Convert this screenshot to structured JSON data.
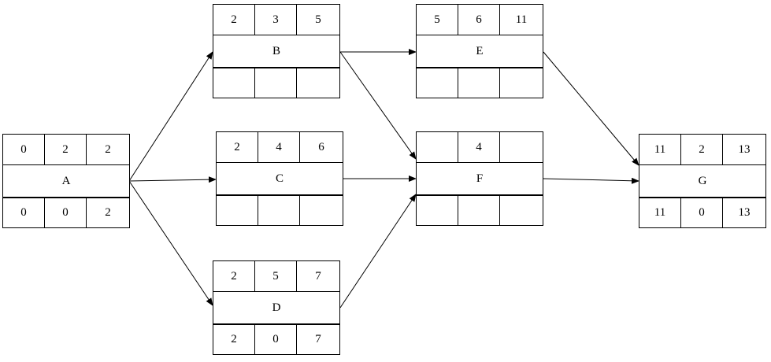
{
  "nodes": {
    "A": {
      "name": "A",
      "top": [
        "0",
        "2",
        "2"
      ],
      "bottom": [
        "0",
        "0",
        "2"
      ]
    },
    "B": {
      "name": "B",
      "top": [
        "2",
        "3",
        "5"
      ],
      "bottom": [
        "",
        "",
        ""
      ]
    },
    "C": {
      "name": "C",
      "top": [
        "2",
        "4",
        "6"
      ],
      "bottom": [
        "",
        "",
        ""
      ]
    },
    "D": {
      "name": "D",
      "top": [
        "2",
        "5",
        "7"
      ],
      "bottom": [
        "2",
        "0",
        "7"
      ]
    },
    "E": {
      "name": "E",
      "top": [
        "5",
        "6",
        "11"
      ],
      "bottom": [
        "",
        "",
        ""
      ]
    },
    "F": {
      "name": "F",
      "top": [
        "",
        "4",
        ""
      ],
      "bottom": [
        "",
        "",
        ""
      ]
    },
    "G": {
      "name": "G",
      "top": [
        "11",
        "2",
        "13"
      ],
      "bottom": [
        "11",
        "0",
        "13"
      ]
    }
  },
  "edges": [
    {
      "from": "A",
      "to": "B"
    },
    {
      "from": "A",
      "to": "C"
    },
    {
      "from": "A",
      "to": "D"
    },
    {
      "from": "B",
      "to": "E"
    },
    {
      "from": "B",
      "to": "F"
    },
    {
      "from": "C",
      "to": "F"
    },
    {
      "from": "D",
      "to": "F"
    },
    {
      "from": "E",
      "to": "G"
    },
    {
      "from": "F",
      "to": "G"
    }
  ]
}
